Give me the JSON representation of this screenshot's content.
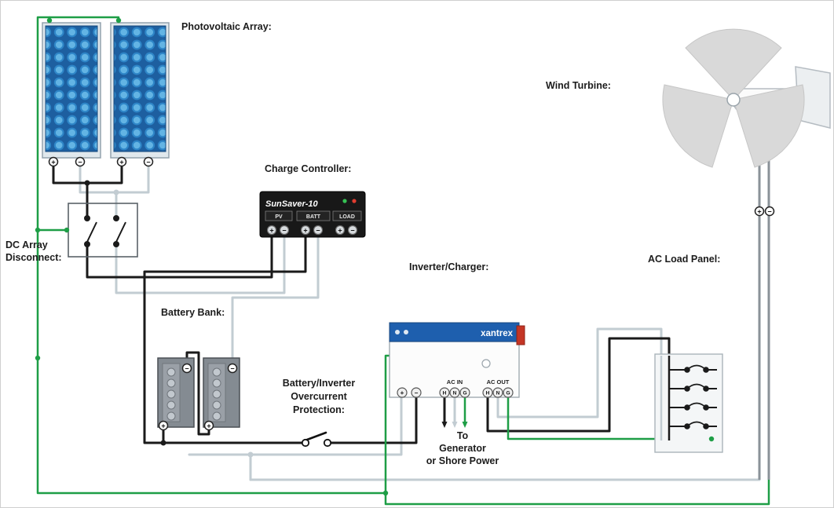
{
  "labels": {
    "photovoltaic_array": "Photovoltaic Array:",
    "wind_turbine": "Wind Turbine:",
    "charge_controller": "Charge Controller:",
    "dc_array_disconnect": [
      "DC Array",
      "Disconnect:"
    ],
    "battery_bank": "Battery Bank:",
    "overcurrent_protection": [
      "Battery/Inverter",
      "Overcurrent",
      "Protection:"
    ],
    "inverter_charger": "Inverter/Charger:",
    "ac_load_panel": "AC Load Panel:",
    "to_generator": [
      "To",
      "Generator",
      "or Shore Power"
    ]
  },
  "charge_controller": {
    "brand": "SunSaver-10",
    "sections": [
      "PV",
      "BATT",
      "LOAD"
    ]
  },
  "inverter": {
    "brand": "xantrex",
    "ac_in_label": "AC IN",
    "ac_out_label": "AC OUT",
    "terminal_letters": [
      "H",
      "N",
      "G"
    ]
  },
  "symbols": {
    "plus": "+",
    "minus": "−"
  },
  "wire_colors": {
    "positive_black": "#1a1a1a",
    "ground_green": "#1e9e46",
    "neutral_gray": "#c2ccd2"
  }
}
